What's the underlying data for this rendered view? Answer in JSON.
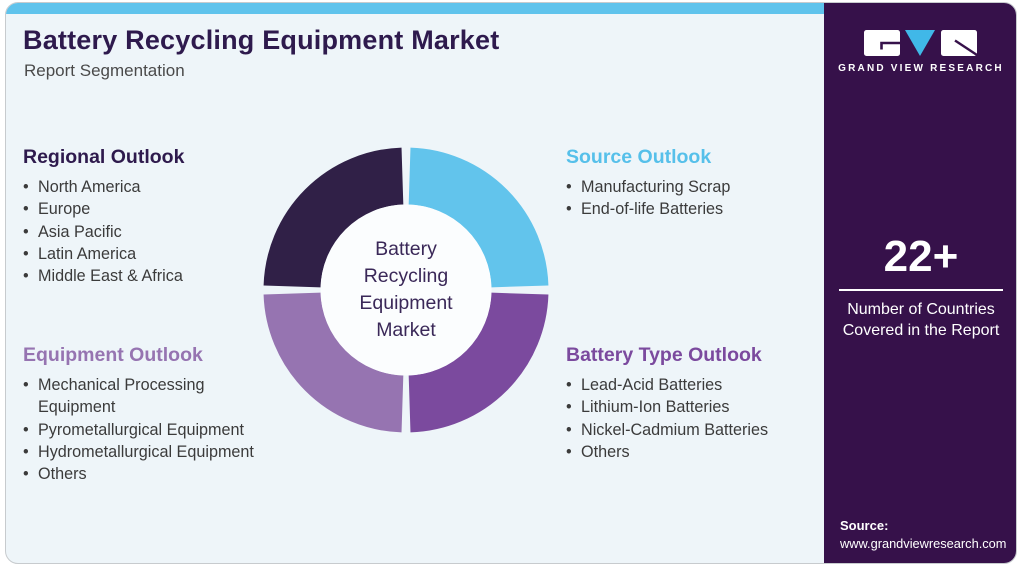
{
  "header": {
    "title": "Battery Recycling Equipment Market",
    "subtitle": "Report Segmentation"
  },
  "sections": {
    "regional": {
      "title": "Regional Outlook",
      "items": [
        "North America",
        "Europe",
        "Asia Pacific",
        "Latin America",
        "Middle East & Africa"
      ]
    },
    "source": {
      "title": "Source Outlook",
      "items": [
        "Manufacturing Scrap",
        "End-of-life Batteries"
      ]
    },
    "equipment": {
      "title": "Equipment Outlook",
      "items": [
        "Mechanical Processing Equipment",
        "Pyrometallurgical Equipment",
        "Hydrometallurgical Equipment",
        "Others"
      ]
    },
    "battery_type": {
      "title": "Battery Type Outlook",
      "items": [
        "Lead-Acid Batteries",
        "Lithium-Ion Batteries",
        "Nickel-Cadmium Batteries",
        "Others"
      ]
    }
  },
  "donut": {
    "center_label": "Battery Recycling Equipment Market",
    "segments": [
      {
        "name": "regional",
        "position": "top-left",
        "color": "#302047"
      },
      {
        "name": "source",
        "position": "top-right",
        "color": "#62c4ec"
      },
      {
        "name": "battery_type",
        "position": "bottom-right",
        "color": "#7b4a9e"
      },
      {
        "name": "equipment",
        "position": "bottom-left",
        "color": "#9674b1"
      }
    ]
  },
  "sidebar": {
    "logo_text": "GRAND VIEW RESEARCH",
    "stat_value": "22+",
    "stat_label": "Number of Countries Covered in the Report",
    "source_label": "Source:",
    "source_url": "www.grandviewresearch.com"
  },
  "colors": {
    "accent_cyan": "#5fc3ec",
    "sidebar_purple": "#36114a",
    "title_dark": "#2e1a4d",
    "purple": "#7b4a9e",
    "light_purple": "#9674b1",
    "card_bg": "#eef5f9"
  }
}
